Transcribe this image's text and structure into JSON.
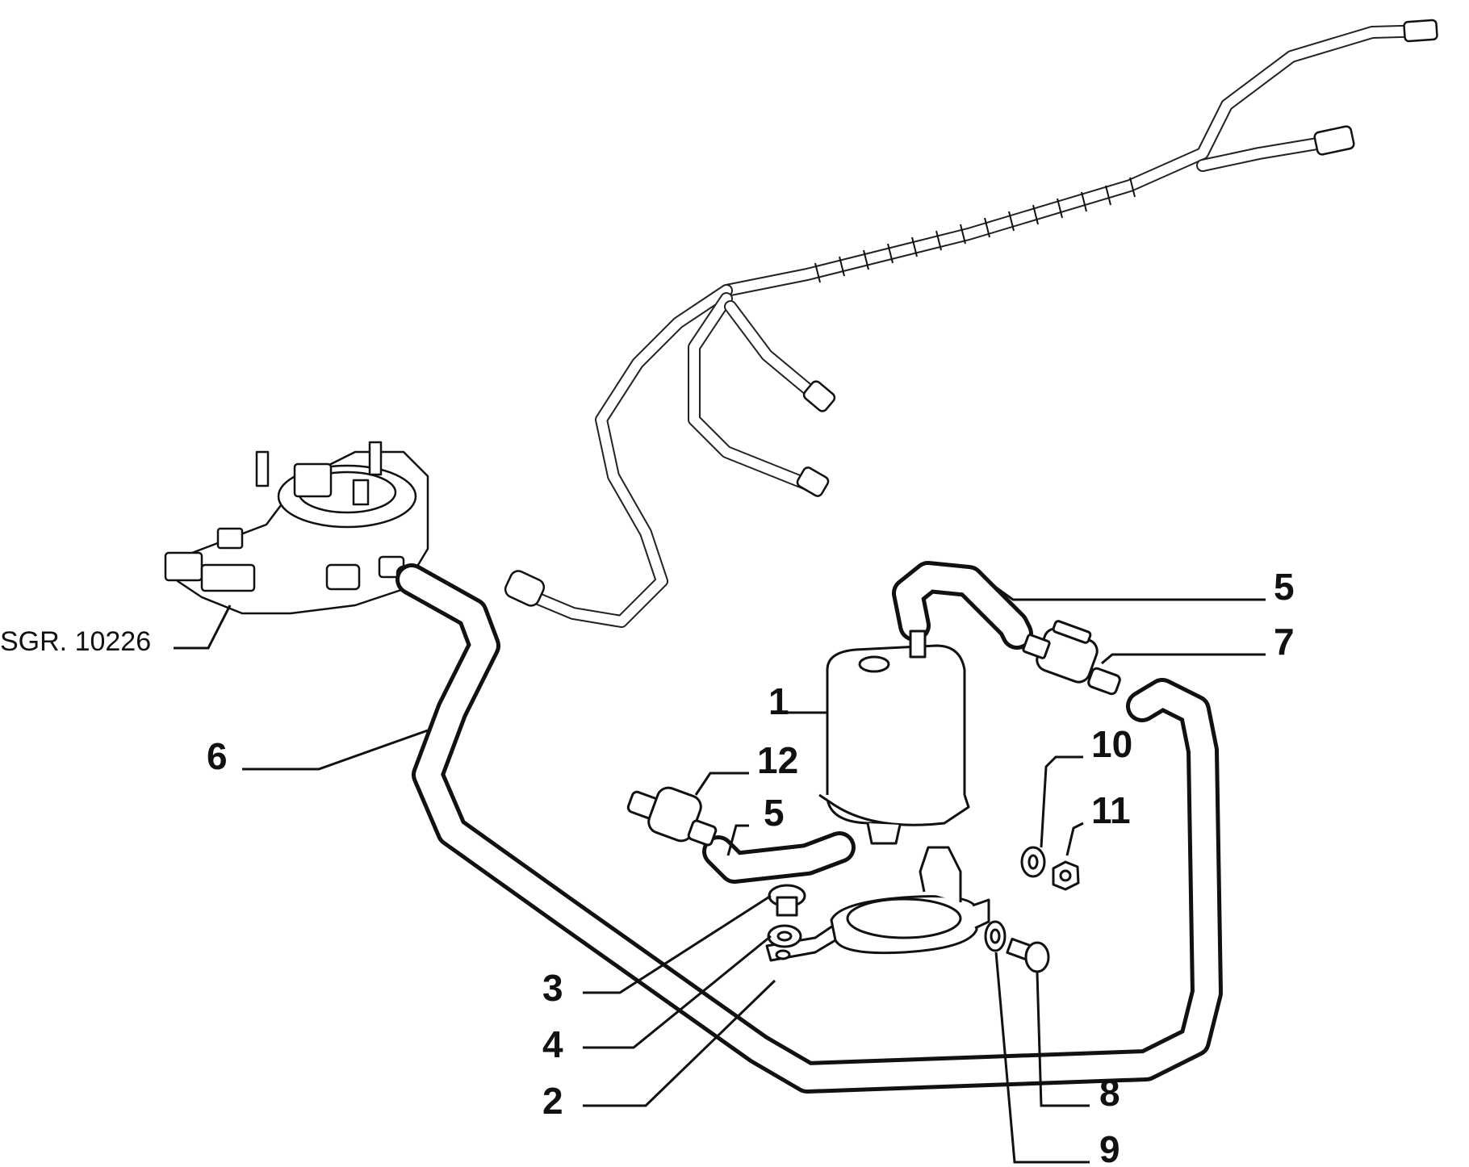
{
  "reference": {
    "text": "SGR. 10226"
  },
  "callouts": [
    {
      "id": "1",
      "text": "1"
    },
    {
      "id": "2",
      "text": "2"
    },
    {
      "id": "3",
      "text": "3"
    },
    {
      "id": "4",
      "text": "4"
    },
    {
      "id": "5a",
      "text": "5"
    },
    {
      "id": "5b",
      "text": "5"
    },
    {
      "id": "6",
      "text": "6"
    },
    {
      "id": "7",
      "text": "7"
    },
    {
      "id": "8",
      "text": "8"
    },
    {
      "id": "9",
      "text": "9"
    },
    {
      "id": "10",
      "text": "10"
    },
    {
      "id": "11",
      "text": "11"
    },
    {
      "id": "12",
      "text": "12"
    }
  ]
}
